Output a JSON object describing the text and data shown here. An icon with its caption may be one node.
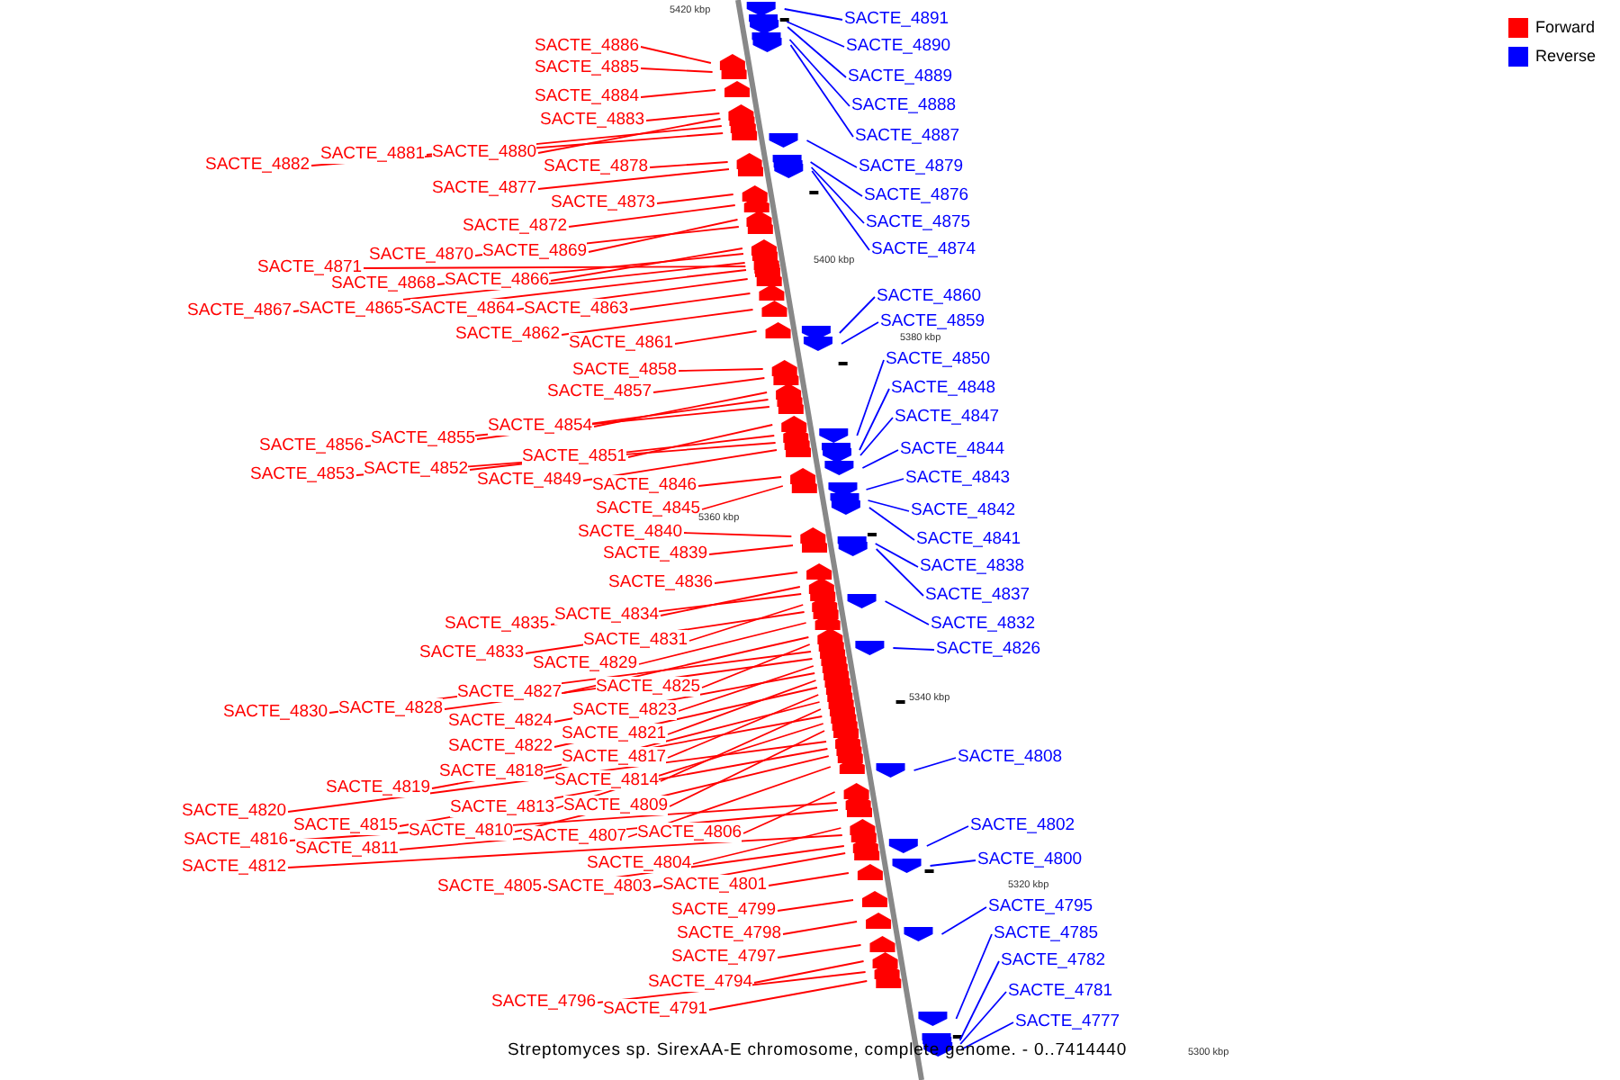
{
  "diagram": {
    "caption": "Streptomyces sp. SirexAA-E chromosome, complete genome. - 0..7414440",
    "nodes": [
      {
        "text": [
          "SACTE_4886"
        ]
      },
      {
        "text": [
          "SACTE_4885"
        ]
      },
      {
        "text": [
          "SACTE_4884"
        ]
      },
      {
        "text": [
          "SACTE_4883"
        ]
      },
      {
        "text": [
          "SACTE_4880"
        ]
      },
      {
        "text": [
          "SACTE_4881"
        ]
      },
      {
        "text": [
          "SACTE_4882"
        ]
      },
      {
        "text": [
          "SACTE_4878"
        ]
      },
      {
        "text": [
          "SACTE_4877"
        ]
      },
      {
        "text": [
          "SACTE_4873"
        ]
      },
      {
        "text": [
          "SACTE_4872"
        ]
      },
      {
        "text": [
          "SACTE_4869"
        ]
      },
      {
        "text": [
          "SACTE_4870"
        ]
      },
      {
        "text": [
          "SACTE_4871"
        ]
      },
      {
        "text": [
          "SACTE_4866"
        ]
      },
      {
        "text": [
          "SACTE_4868"
        ]
      },
      {
        "text": [
          "SACTE_4867"
        ]
      },
      {
        "text": [
          "SACTE_4865"
        ]
      },
      {
        "text": [
          "SACTE_4864"
        ]
      },
      {
        "text": [
          "SACTE_4863"
        ]
      },
      {
        "text": [
          "SACTE_4862"
        ]
      },
      {
        "text": [
          "SACTE_4861"
        ]
      },
      {
        "text": [
          "SACTE_4858"
        ]
      },
      {
        "text": [
          "SACTE_4857"
        ]
      },
      {
        "text": [
          "SACTE_4854"
        ]
      },
      {
        "text": [
          "SACTE_4855"
        ]
      },
      {
        "text": [
          "SACTE_4856"
        ]
      },
      {
        "text": [
          "SACTE_4851"
        ]
      },
      {
        "text": [
          "SACTE_4852"
        ]
      },
      {
        "text": [
          "SACTE_4853"
        ]
      },
      {
        "text": [
          "SACTE_4849"
        ]
      },
      {
        "text": [
          "SACTE_4846"
        ]
      },
      {
        "text": [
          "SACTE_4845"
        ]
      },
      {
        "text": [
          "SACTE_4840"
        ]
      },
      {
        "text": [
          "SACTE_4839"
        ]
      },
      {
        "text": [
          "SACTE_4836"
        ]
      },
      {
        "text": [
          "SACTE_4834"
        ]
      },
      {
        "text": [
          "SACTE_4835"
        ]
      },
      {
        "text": [
          "SACTE_4831"
        ]
      },
      {
        "text": [
          "SACTE_4833"
        ]
      },
      {
        "text": [
          "SACTE_4829"
        ]
      },
      {
        "text": [
          "SACTE_4827"
        ]
      },
      {
        "text": [
          "SACTE_4825"
        ]
      },
      {
        "text": [
          "SACTE_4830"
        ]
      },
      {
        "text": [
          "SACTE_4828"
        ]
      },
      {
        "text": [
          "SACTE_4823"
        ]
      },
      {
        "text": [
          "SACTE_4824"
        ]
      },
      {
        "text": [
          "SACTE_4821"
        ]
      },
      {
        "text": [
          "SACTE_4822"
        ]
      },
      {
        "text": [
          "SACTE_4817"
        ]
      },
      {
        "text": [
          "SACTE_4818"
        ]
      },
      {
        "text": [
          "SACTE_4814"
        ]
      },
      {
        "text": [
          "SACTE_4819"
        ]
      },
      {
        "text": [
          "SACTE_4813"
        ]
      },
      {
        "text": [
          "SACTE_4809"
        ]
      },
      {
        "text": [
          "SACTE_4820"
        ]
      },
      {
        "text": [
          "SACTE_4815"
        ]
      },
      {
        "text": [
          "SACTE_4810"
        ]
      },
      {
        "text": [
          "SACTE_4807"
        ]
      },
      {
        "text": [
          "SACTE_4806"
        ]
      },
      {
        "text": [
          "SACTE_4816"
        ]
      },
      {
        "text": [
          "SACTE_4811"
        ]
      },
      {
        "text": [
          "SACTE_4804"
        ]
      },
      {
        "text": [
          "SACTE_4812"
        ]
      },
      {
        "text": [
          "SACTE_4805"
        ]
      },
      {
        "text": [
          "SACTE_4803"
        ]
      },
      {
        "text": [
          "SACTE_4801"
        ]
      },
      {
        "text": [
          "SACTE_4799"
        ]
      },
      {
        "text": [
          "SACTE_4798"
        ]
      },
      {
        "text": [
          "SACTE_4797"
        ]
      },
      {
        "text": [
          "SACTE_4794"
        ]
      },
      {
        "text": [
          "SACTE_4796"
        ]
      },
      {
        "text": [
          "SACTE_4791"
        ]
      },
      {
        "text": [
          "SACTE_4891"
        ]
      },
      {
        "text": [
          "SACTE_4890"
        ]
      },
      {
        "text": [
          "SACTE_4889"
        ]
      },
      {
        "text": [
          "SACTE_4888"
        ]
      },
      {
        "text": [
          "SACTE_4887"
        ]
      },
      {
        "text": [
          "SACTE_4879"
        ]
      },
      {
        "text": [
          "SACTE_4876"
        ]
      },
      {
        "text": [
          "SACTE_4875"
        ]
      },
      {
        "text": [
          "SACTE_4874"
        ]
      },
      {
        "text": [
          "SACTE_4860"
        ]
      },
      {
        "text": [
          "SACTE_4859"
        ]
      },
      {
        "text": [
          "SACTE_4850"
        ]
      },
      {
        "text": [
          "SACTE_4848"
        ]
      },
      {
        "text": [
          "SACTE_4847"
        ]
      },
      {
        "text": [
          "SACTE_4844"
        ]
      },
      {
        "text": [
          "SACTE_4843"
        ]
      },
      {
        "text": [
          "SACTE_4842"
        ]
      },
      {
        "text": [
          "SACTE_4841"
        ]
      },
      {
        "text": [
          "SACTE_4838"
        ]
      },
      {
        "text": [
          "SACTE_4837"
        ]
      },
      {
        "text": [
          "SACTE_4832"
        ]
      },
      {
        "text": [
          "SACTE_4826"
        ]
      },
      {
        "text": [
          "SACTE_4808"
        ]
      },
      {
        "text": [
          "SACTE_4802"
        ]
      },
      {
        "text": [
          "SACTE_4800"
        ]
      },
      {
        "text": [
          "SACTE_4795"
        ]
      },
      {
        "text": [
          "SACTE_4785"
        ]
      },
      {
        "text": [
          "SACTE_4782"
        ]
      },
      {
        "text": [
          "SACTE_4781"
        ]
      },
      {
        "text": [
          "SACTE_4777"
        ]
      }
    ],
    "edges": [
      {
        "from": 0,
        "to": null,
        "arrow": "none",
        "color": "#ff0000"
      },
      {
        "from": 1,
        "to": null,
        "arrow": "none",
        "color": "#ff0000"
      },
      {
        "from": 2,
        "to": null,
        "arrow": "none",
        "color": "#ff0000"
      },
      {
        "from": 3,
        "to": null,
        "arrow": "none",
        "color": "#ff0000"
      },
      {
        "from": 4,
        "to": null,
        "arrow": "none",
        "color": "#ff0000"
      },
      {
        "from": 5,
        "to": null,
        "arrow": "none",
        "color": "#ff0000"
      },
      {
        "from": 6,
        "to": null,
        "arrow": "none",
        "color": "#ff0000"
      },
      {
        "from": 7,
        "to": null,
        "arrow": "none",
        "color": "#ff0000"
      },
      {
        "from": 8,
        "to": null,
        "arrow": "none",
        "color": "#ff0000"
      },
      {
        "from": 9,
        "to": null,
        "arrow": "none",
        "color": "#ff0000"
      },
      {
        "from": 10,
        "to": null,
        "arrow": "none",
        "color": "#ff0000"
      },
      {
        "from": 11,
        "to": null,
        "arrow": "none",
        "color": "#ff0000"
      },
      {
        "from": 12,
        "to": null,
        "arrow": "none",
        "color": "#ff0000"
      },
      {
        "from": 13,
        "to": null,
        "arrow": "none",
        "color": "#ff0000"
      },
      {
        "from": 14,
        "to": null,
        "arrow": "none",
        "color": "#ff0000"
      },
      {
        "from": 15,
        "to": null,
        "arrow": "none",
        "color": "#ff0000"
      },
      {
        "from": 16,
        "to": null,
        "arrow": "none",
        "color": "#ff0000"
      },
      {
        "from": 17,
        "to": null,
        "arrow": "none",
        "color": "#ff0000"
      },
      {
        "from": 18,
        "to": null,
        "arrow": "none",
        "color": "#ff0000"
      },
      {
        "from": 19,
        "to": null,
        "arrow": "none",
        "color": "#ff0000"
      },
      {
        "from": 20,
        "to": null,
        "arrow": "none",
        "color": "#ff0000"
      },
      {
        "from": 21,
        "to": null,
        "arrow": "none",
        "color": "#ff0000"
      },
      {
        "from": 22,
        "to": null,
        "arrow": "none",
        "color": "#ff0000"
      },
      {
        "from": 23,
        "to": null,
        "arrow": "none",
        "color": "#ff0000"
      },
      {
        "from": 24,
        "to": null,
        "arrow": "none",
        "color": "#ff0000"
      },
      {
        "from": 25,
        "to": null,
        "arrow": "none",
        "color": "#ff0000"
      },
      {
        "from": 26,
        "to": null,
        "arrow": "none",
        "color": "#ff0000"
      },
      {
        "from": 27,
        "to": null,
        "arrow": "none",
        "color": "#ff0000"
      },
      {
        "from": 28,
        "to": null,
        "arrow": "none",
        "color": "#ff0000"
      },
      {
        "from": 29,
        "to": null,
        "arrow": "none",
        "color": "#ff0000"
      },
      {
        "from": 30,
        "to": null,
        "arrow": "none",
        "color": "#ff0000"
      },
      {
        "from": 31,
        "to": null,
        "arrow": "none",
        "color": "#ff0000"
      },
      {
        "from": 32,
        "to": null,
        "arrow": "none",
        "color": "#ff0000"
      },
      {
        "from": 33,
        "to": null,
        "arrow": "none",
        "color": "#ff0000"
      },
      {
        "from": 34,
        "to": null,
        "arrow": "none",
        "color": "#ff0000"
      },
      {
        "from": 35,
        "to": null,
        "arrow": "none",
        "color": "#ff0000"
      },
      {
        "from": 36,
        "to": null,
        "arrow": "none",
        "color": "#ff0000"
      },
      {
        "from": 37,
        "to": null,
        "arrow": "none",
        "color": "#ff0000"
      },
      {
        "from": 38,
        "to": null,
        "arrow": "none",
        "color": "#ff0000"
      },
      {
        "from": 39,
        "to": null,
        "arrow": "none",
        "color": "#ff0000"
      },
      {
        "from": 40,
        "to": null,
        "arrow": "none",
        "color": "#ff0000"
      },
      {
        "from": 41,
        "to": null,
        "arrow": "none",
        "color": "#ff0000"
      },
      {
        "from": 42,
        "to": null,
        "arrow": "none",
        "color": "#ff0000"
      },
      {
        "from": 43,
        "to": null,
        "arrow": "none",
        "color": "#ff0000"
      },
      {
        "from": 44,
        "to": null,
        "arrow": "none",
        "color": "#ff0000"
      },
      {
        "from": 45,
        "to": null,
        "arrow": "none",
        "color": "#ff0000"
      },
      {
        "from": 46,
        "to": null,
        "arrow": "none",
        "color": "#ff0000"
      },
      {
        "from": 47,
        "to": null,
        "arrow": "none",
        "color": "#ff0000"
      },
      {
        "from": 48,
        "to": null,
        "arrow": "none",
        "color": "#ff0000"
      },
      {
        "from": 49,
        "to": null,
        "arrow": "none",
        "color": "#ff0000"
      },
      {
        "from": 50,
        "to": null,
        "arrow": "none",
        "color": "#ff0000"
      },
      {
        "from": 51,
        "to": null,
        "arrow": "none",
        "color": "#ff0000"
      },
      {
        "from": 52,
        "to": null,
        "arrow": "none",
        "color": "#ff0000"
      },
      {
        "from": 53,
        "to": null,
        "arrow": "none",
        "color": "#ff0000"
      },
      {
        "from": 54,
        "to": null,
        "arrow": "none",
        "color": "#ff0000"
      },
      {
        "from": 55,
        "to": null,
        "arrow": "none",
        "color": "#ff0000"
      },
      {
        "from": 56,
        "to": null,
        "arrow": "none",
        "color": "#ff0000"
      },
      {
        "from": 57,
        "to": null,
        "arrow": "none",
        "color": "#ff0000"
      },
      {
        "from": 58,
        "to": null,
        "arrow": "none",
        "color": "#ff0000"
      },
      {
        "from": 59,
        "to": null,
        "arrow": "none",
        "color": "#ff0000"
      },
      {
        "from": 60,
        "to": null,
        "arrow": "none",
        "color": "#ff0000"
      },
      {
        "from": 61,
        "to": null,
        "arrow": "none",
        "color": "#ff0000"
      },
      {
        "from": 62,
        "to": null,
        "arrow": "none",
        "color": "#ff0000"
      },
      {
        "from": 63,
        "to": null,
        "arrow": "none",
        "color": "#ff0000"
      },
      {
        "from": 64,
        "to": null,
        "arrow": "none",
        "color": "#ff0000"
      },
      {
        "from": 65,
        "to": null,
        "arrow": "none",
        "color": "#ff0000"
      },
      {
        "from": 66,
        "to": null,
        "arrow": "none",
        "color": "#ff0000"
      },
      {
        "from": 67,
        "to": null,
        "arrow": "none",
        "color": "#ff0000"
      },
      {
        "from": 68,
        "to": null,
        "arrow": "none",
        "color": "#ff0000"
      },
      {
        "from": 69,
        "to": null,
        "arrow": "none",
        "color": "#ff0000"
      },
      {
        "from": 70,
        "to": null,
        "arrow": "none",
        "color": "#ff0000"
      },
      {
        "from": 71,
        "to": null,
        "arrow": "none",
        "color": "#ff0000"
      },
      {
        "from": 72,
        "to": null,
        "arrow": "none",
        "color": "#ff0000"
      },
      {
        "from": 73,
        "to": null,
        "arrow": "none",
        "color": "#0000ff"
      },
      {
        "from": 74,
        "to": null,
        "arrow": "none",
        "color": "#0000ff"
      },
      {
        "from": 75,
        "to": null,
        "arrow": "none",
        "color": "#0000ff"
      },
      {
        "from": 76,
        "to": null,
        "arrow": "none",
        "color": "#0000ff"
      },
      {
        "from": 77,
        "to": null,
        "arrow": "none",
        "color": "#0000ff"
      },
      {
        "from": 78,
        "to": null,
        "arrow": "none",
        "color": "#0000ff"
      },
      {
        "from": 79,
        "to": null,
        "arrow": "none",
        "color": "#0000ff"
      },
      {
        "from": 80,
        "to": null,
        "arrow": "none",
        "color": "#0000ff"
      },
      {
        "from": 81,
        "to": null,
        "arrow": "none",
        "color": "#0000ff"
      },
      {
        "from": 82,
        "to": null,
        "arrow": "none",
        "color": "#0000ff"
      },
      {
        "from": 83,
        "to": null,
        "arrow": "none",
        "color": "#0000ff"
      },
      {
        "from": 84,
        "to": null,
        "arrow": "none",
        "color": "#0000ff"
      },
      {
        "from": 85,
        "to": null,
        "arrow": "none",
        "color": "#0000ff"
      },
      {
        "from": 86,
        "to": null,
        "arrow": "none",
        "color": "#0000ff"
      },
      {
        "from": 87,
        "to": null,
        "arrow": "none",
        "color": "#0000ff"
      },
      {
        "from": 88,
        "to": null,
        "arrow": "none",
        "color": "#0000ff"
      },
      {
        "from": 89,
        "to": null,
        "arrow": "none",
        "color": "#0000ff"
      },
      {
        "from": 90,
        "to": null,
        "arrow": "none",
        "color": "#0000ff"
      },
      {
        "from": 91,
        "to": null,
        "arrow": "none",
        "color": "#0000ff"
      },
      {
        "from": 92,
        "to": null,
        "arrow": "none",
        "color": "#0000ff"
      },
      {
        "from": 93,
        "to": null,
        "arrow": "none",
        "color": "#0000ff"
      },
      {
        "from": 94,
        "to": null,
        "arrow": "none",
        "color": "#0000ff"
      },
      {
        "from": 95,
        "to": null,
        "arrow": "none",
        "color": "#0000ff"
      },
      {
        "from": 96,
        "to": null,
        "arrow": "none",
        "color": "#0000ff"
      },
      {
        "from": 97,
        "to": null,
        "arrow": "none",
        "color": "#0000ff"
      },
      {
        "from": 98,
        "to": null,
        "arrow": "none",
        "color": "#0000ff"
      },
      {
        "from": 99,
        "to": null,
        "arrow": "none",
        "color": "#0000ff"
      },
      {
        "from": 100,
        "to": null,
        "arrow": "none",
        "color": "#0000ff"
      },
      {
        "from": 101,
        "to": null,
        "arrow": "none",
        "color": "#0000ff"
      },
      {
        "from": 102,
        "to": null,
        "arrow": "none",
        "color": "#0000ff"
      }
    ],
    "labels": [
      "5420 kbp",
      "5400 kbp",
      "5380 kbp",
      "5360 kbp",
      "5340 kbp",
      "5320 kbp",
      "5300 kbp"
    ],
    "legend": [
      {
        "text": "Forward",
        "color": "#ff0000"
      },
      {
        "text": "Reverse",
        "color": "#0000ff"
      }
    ]
  }
}
